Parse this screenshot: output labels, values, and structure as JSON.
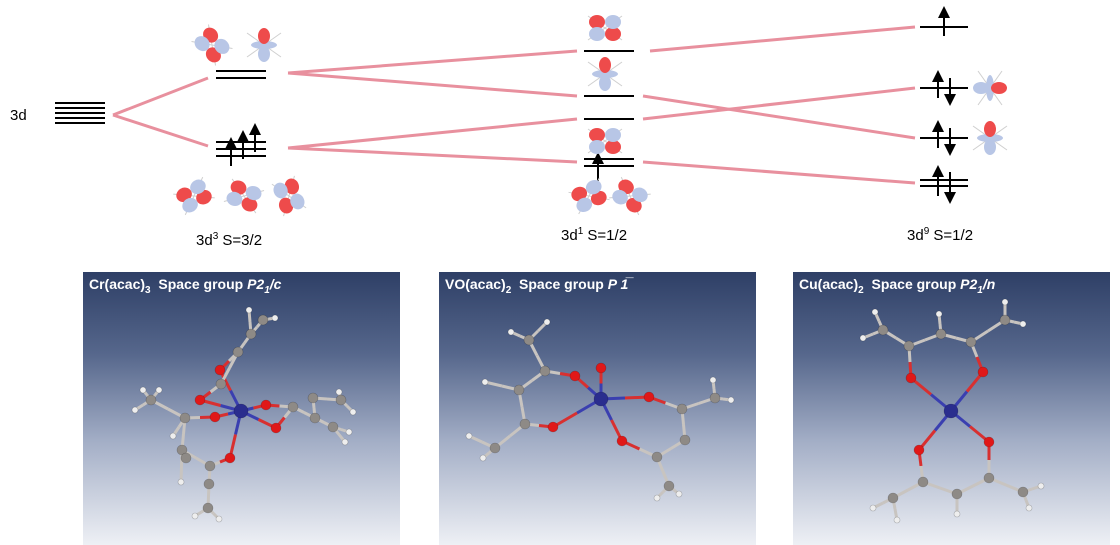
{
  "diagram": {
    "left_label": "3d",
    "configs": [
      {
        "prefix": "3d",
        "sup": "3",
        "suffix": " S=3/2"
      },
      {
        "prefix": "3d",
        "sup": "1",
        "suffix": " S=1/2"
      },
      {
        "prefix": "3d",
        "sup": "9",
        "suffix": " S=1/2"
      }
    ]
  },
  "panels": [
    {
      "name": "Cr(acac)",
      "sub": "3",
      "sg_text": "  Space group ",
      "sg_italic": "P2",
      "sg_italic_sub": "1",
      "sg_tail": "/c"
    },
    {
      "name": "VO(acac)",
      "sub": "2",
      "sg_text": "  Space group ",
      "sg_italic": "P ",
      "sg_italic_sub": "",
      "sg_tail": "1̅"
    },
    {
      "name": "Cu(acac)",
      "sub": "2",
      "sg_text": "  Space group ",
      "sg_italic": "P2",
      "sg_italic_sub": "1",
      "sg_tail": "/n"
    }
  ],
  "colors": {
    "connector": "#e8909e",
    "lobe_red": "#ee4b4b",
    "lobe_blue": "#b8c6e6",
    "bg_dark": "#2e3f66"
  }
}
